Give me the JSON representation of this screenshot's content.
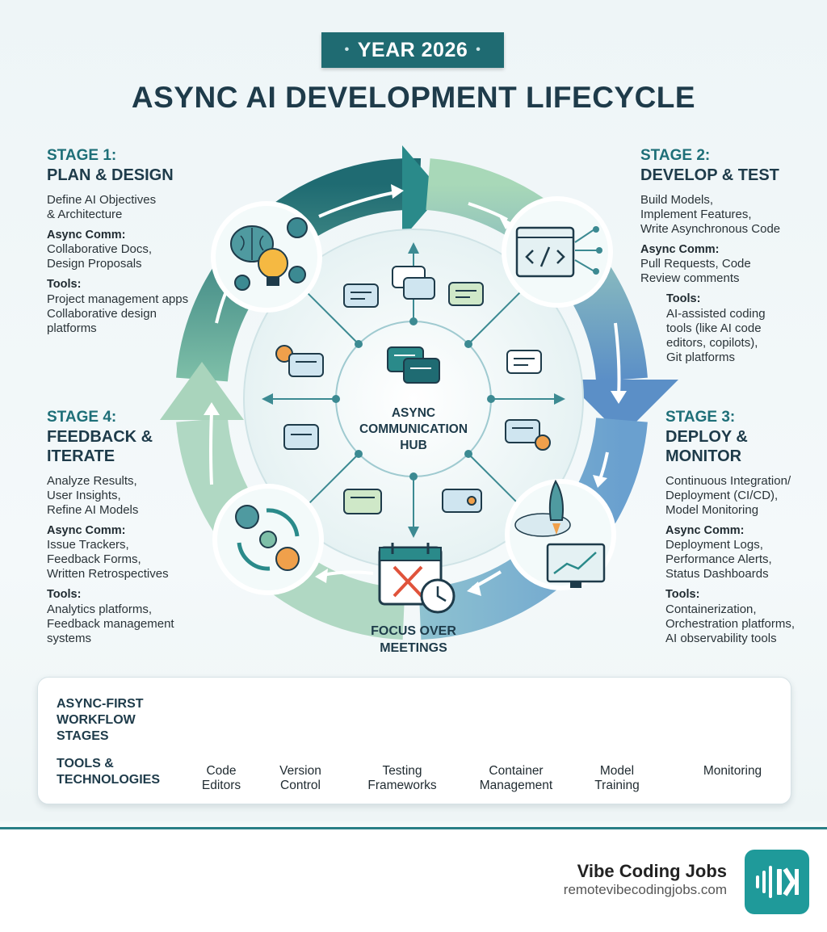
{
  "banner": "YEAR 2026",
  "title": "ASYNC AI DEVELOPMENT LIFECYCLE",
  "stages": [
    {
      "label": "STAGE 1:",
      "name": "PLAN & DESIGN",
      "desc": "Define AI Objectives\n& Architecture",
      "comm_heading": "Async Comm:",
      "comm": "Collaborative Docs,\nDesign Proposals",
      "tools_heading": "Tools:",
      "tools": "Project management apps\nCollaborative design\nplatforms"
    },
    {
      "label": "STAGE 2:",
      "name": "DEVELOP & TEST",
      "desc": "Build Models,\nImplement Features,\nWrite Asynchronous Code",
      "comm_heading": "Async Comm:",
      "comm": "Pull Requests, Code\nReview comments",
      "tools_heading": "Tools:",
      "tools": "AI-assisted coding\ntools (like AI code\neditors, copilots),\nGit platforms"
    },
    {
      "label": "STAGE 3:",
      "name": "DEPLOY &\nMONITOR",
      "desc": "Continuous Integration/\nDeployment (CI/CD),\nModel Monitoring",
      "comm_heading": "Async Comm:",
      "comm": "Deployment Logs,\nPerformance Alerts,\nStatus Dashboards",
      "tools_heading": "Tools:",
      "tools": "Containerization,\nOrchestration platforms,\nAI observability tools"
    },
    {
      "label": "STAGE 4:",
      "name": "FEEDBACK &\nITERATE",
      "desc": "Analyze Results,\nUser Insights,\nRefine AI Models",
      "comm_heading": "Async Comm:",
      "comm": "Issue Trackers,\nFeedback Forms,\nWritten Retrospectives",
      "tools_heading": "Tools:",
      "tools": "Analytics platforms,\nFeedback management\nsystems"
    }
  ],
  "hub": "ASYNC\nCOMMUNICATION\nHUB",
  "focus": "FOCUS OVER\nMEETINGS",
  "workflow": {
    "stages_label": "ASYNC-FIRST\nWORKFLOW\nSTAGES",
    "tools_label": "TOOLS &\nTECHNOLOGIES",
    "tools": [
      {
        "label": "Code\nEditors",
        "icon": "code-editor-icon"
      },
      {
        "label": "Version\nControl",
        "icon": "git-branch-icon"
      },
      {
        "label": "Testing\nFrameworks",
        "icon": "gear-check-icon"
      },
      {
        "label": "Container\nManagement",
        "icon": "container-box-icon"
      },
      {
        "label": "Model\nTraining",
        "icon": "brain-gear-icon"
      },
      {
        "label": "Monitoring",
        "icon": "monitor-chart-icon"
      }
    ]
  },
  "footer": {
    "brand": "Vibe Coding Jobs",
    "url": "remotevibecodingjobs.com"
  },
  "colors": {
    "teal_dark": "#1f6b72",
    "teal": "#2a8a8a",
    "green_light": "#a8d8b0",
    "blue": "#5b8fc7",
    "navy_text": "#1e3b4a"
  }
}
